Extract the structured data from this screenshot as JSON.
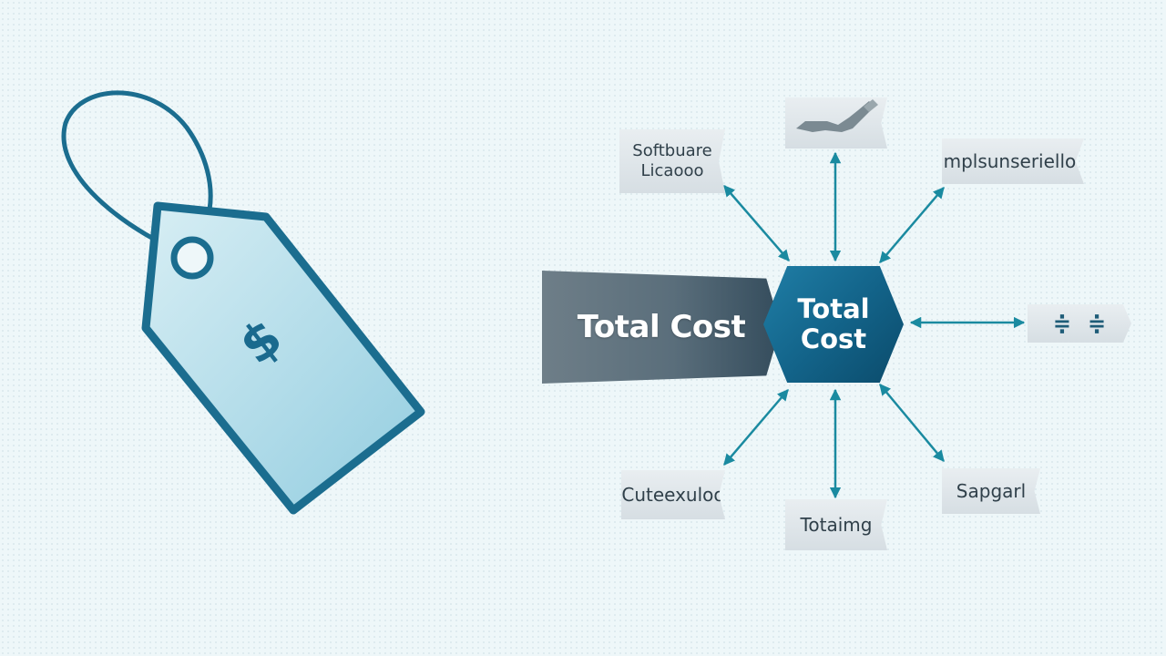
{
  "tag": {
    "symbol": "$"
  },
  "banner": {
    "text": "Total Cost"
  },
  "hub": {
    "line1": "Total",
    "line2": "Cost"
  },
  "labels": {
    "software": {
      "line1": "Softbuare",
      "line2": "Licaooo"
    },
    "implementation": "lmplsunseriellon",
    "customization": "Cuteexuloo",
    "training": "Totaimg",
    "support": "Sapgarl",
    "maintenance_icon": "wrench-icon",
    "currency_icons": [
      "dollar-icon",
      "dollar-icon"
    ]
  },
  "colors": {
    "accent": "#1a8aa0",
    "hub": "#13648a",
    "tag_outline": "#1b6d8f",
    "tag_fill": "#bfe3ee"
  }
}
